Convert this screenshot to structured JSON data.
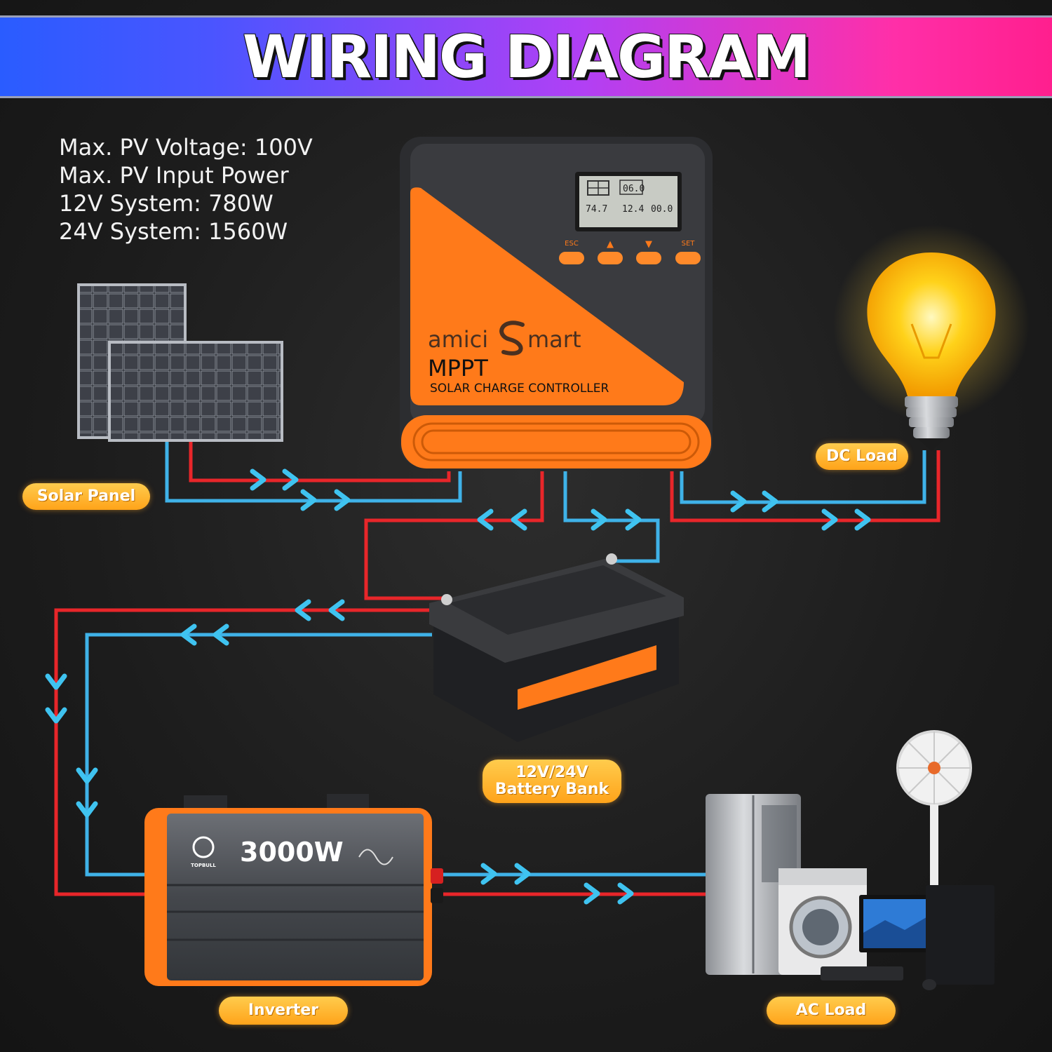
{
  "banner": {
    "title": "WIRING DIAGRAM"
  },
  "specs": [
    "Max. PV Voltage: 100V",
    "Max. PV Input Power",
    "12V System: 780W",
    "24V System: 1560W"
  ],
  "controller": {
    "brand_left": "amici",
    "brand_right": "mart",
    "model": "MPPT",
    "subtitle": "SOLAR CHARGE CONTROLLER",
    "buttons": [
      "ESC",
      "▲",
      "▼",
      "SET"
    ],
    "lcd": {
      "pv": "74.7",
      "batt": "12.4",
      "load": "00.0",
      "top": "06.0"
    }
  },
  "inverter": {
    "power": "3000W",
    "brand": "TOPBULL"
  },
  "labels": {
    "solar_panel": "Solar Panel",
    "dc_load": "DC Load",
    "battery_line1": "12V/24V",
    "battery_line2": "Battery Bank",
    "inverter": "Inverter",
    "ac_load": "AC Load"
  },
  "colors": {
    "positive_wire": "#e8262a",
    "negative_wire": "#3fb2e8",
    "accent_orange": "#ff7a1a"
  }
}
